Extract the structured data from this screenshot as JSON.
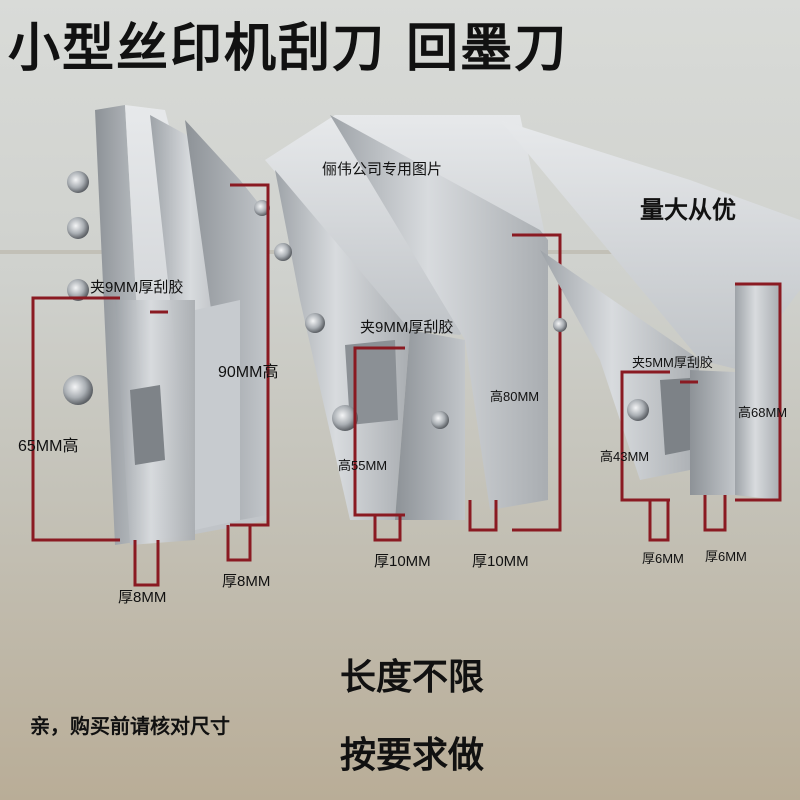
{
  "title": "小型丝印机刮刀 回墨刀",
  "watermark": "俪伟公司专用图片",
  "badge_bulk": "量大从优",
  "note_check": "亲，购买前请核对尺寸",
  "promo_line1": "长度不限",
  "promo_line2": "按要求做",
  "holder_large": {
    "clamp": "夹9MM厚刮胶",
    "height_left": "65MM高",
    "height_right": "90MM高",
    "thick_left": "厚8MM",
    "thick_right": "厚8MM"
  },
  "holder_medium": {
    "clamp": "夹9MM厚刮胶",
    "height_left": "高55MM",
    "height_right": "高80MM",
    "thick_left": "厚10MM",
    "thick_right": "厚10MM"
  },
  "holder_small": {
    "clamp": "夹5MM厚刮胶",
    "height_left": "高43MM",
    "height_right": "高68MM",
    "thick_left": "厚6MM",
    "thick_right": "厚6MM"
  },
  "colors": {
    "dimension_line": "#8a1a22",
    "aluminum": "#b8bcc0"
  }
}
